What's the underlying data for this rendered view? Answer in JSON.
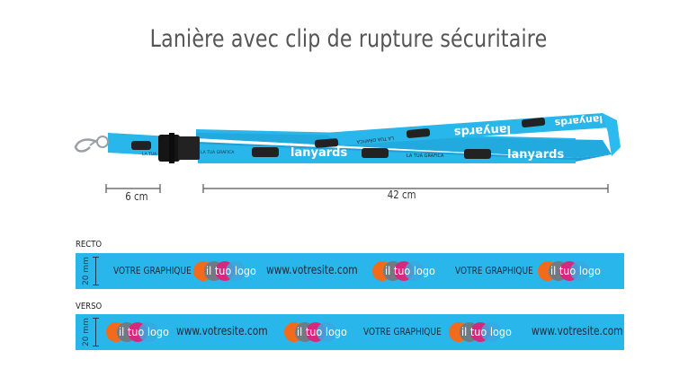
{
  "title": "Lanière avec clip de rupture sécuritaire",
  "lanyard": {
    "print_brand": "lanyards",
    "print_tagline": "LA TUA GRAFICA",
    "colors": {
      "ribbon": "#29b6ea",
      "ribbon_dark": "#1f9fd4",
      "patch": "#222222",
      "buckle": "#151515",
      "metal": "#9aa0a6"
    }
  },
  "dimensions": {
    "clip_length": "6 cm",
    "total_length": "42 cm"
  },
  "recto": {
    "label": "RECTO",
    "width_label": "20 mm",
    "graphic_text": "VOTRE GRAPHIQUE",
    "logo_text": "il tuo logo",
    "website": "www.votresite.com"
  },
  "verso": {
    "label": "VERSO",
    "width_label": "20 mm",
    "graphic_text": "VOTRE GRAPHIQUE",
    "logo_text": "il tuo logo",
    "website": "www.votresite.com"
  },
  "colors": {
    "strip": "#29b6ea",
    "logo_orange": "#f26a1b",
    "logo_gray": "#6f7b84",
    "logo_magenta": "#d6287d",
    "logo_blue": "#3aa8e0"
  }
}
